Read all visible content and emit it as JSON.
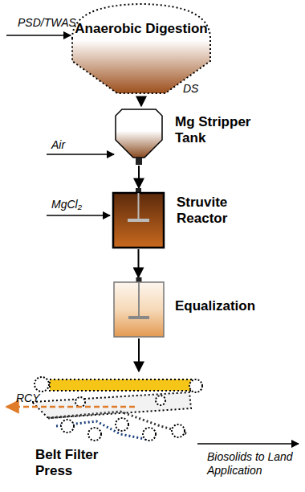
{
  "diagram": {
    "nodes": [
      {
        "text": [
          "Anaerobic Digestion"
        ]
      },
      {
        "text": [
          "Mg Stripper Tank"
        ]
      },
      {
        "text": [
          "Struvite Reactor"
        ]
      },
      {
        "text": [
          "Equalization"
        ]
      },
      {
        "text": [
          "Belt Filter Press"
        ]
      }
    ],
    "edges": [
      {
        "from": 0,
        "to": 1,
        "arrow": "to",
        "label": "DS"
      },
      {
        "from": 1,
        "to": 2,
        "arrow": "to"
      },
      {
        "from": 2,
        "to": 3,
        "arrow": "to"
      },
      {
        "from": 3,
        "to": 4,
        "arrow": "to"
      }
    ],
    "labels": [
      "PSD/TWAS",
      "Air",
      "MgCl₂",
      "RCY",
      "Biosolids to Land Application"
    ]
  }
}
